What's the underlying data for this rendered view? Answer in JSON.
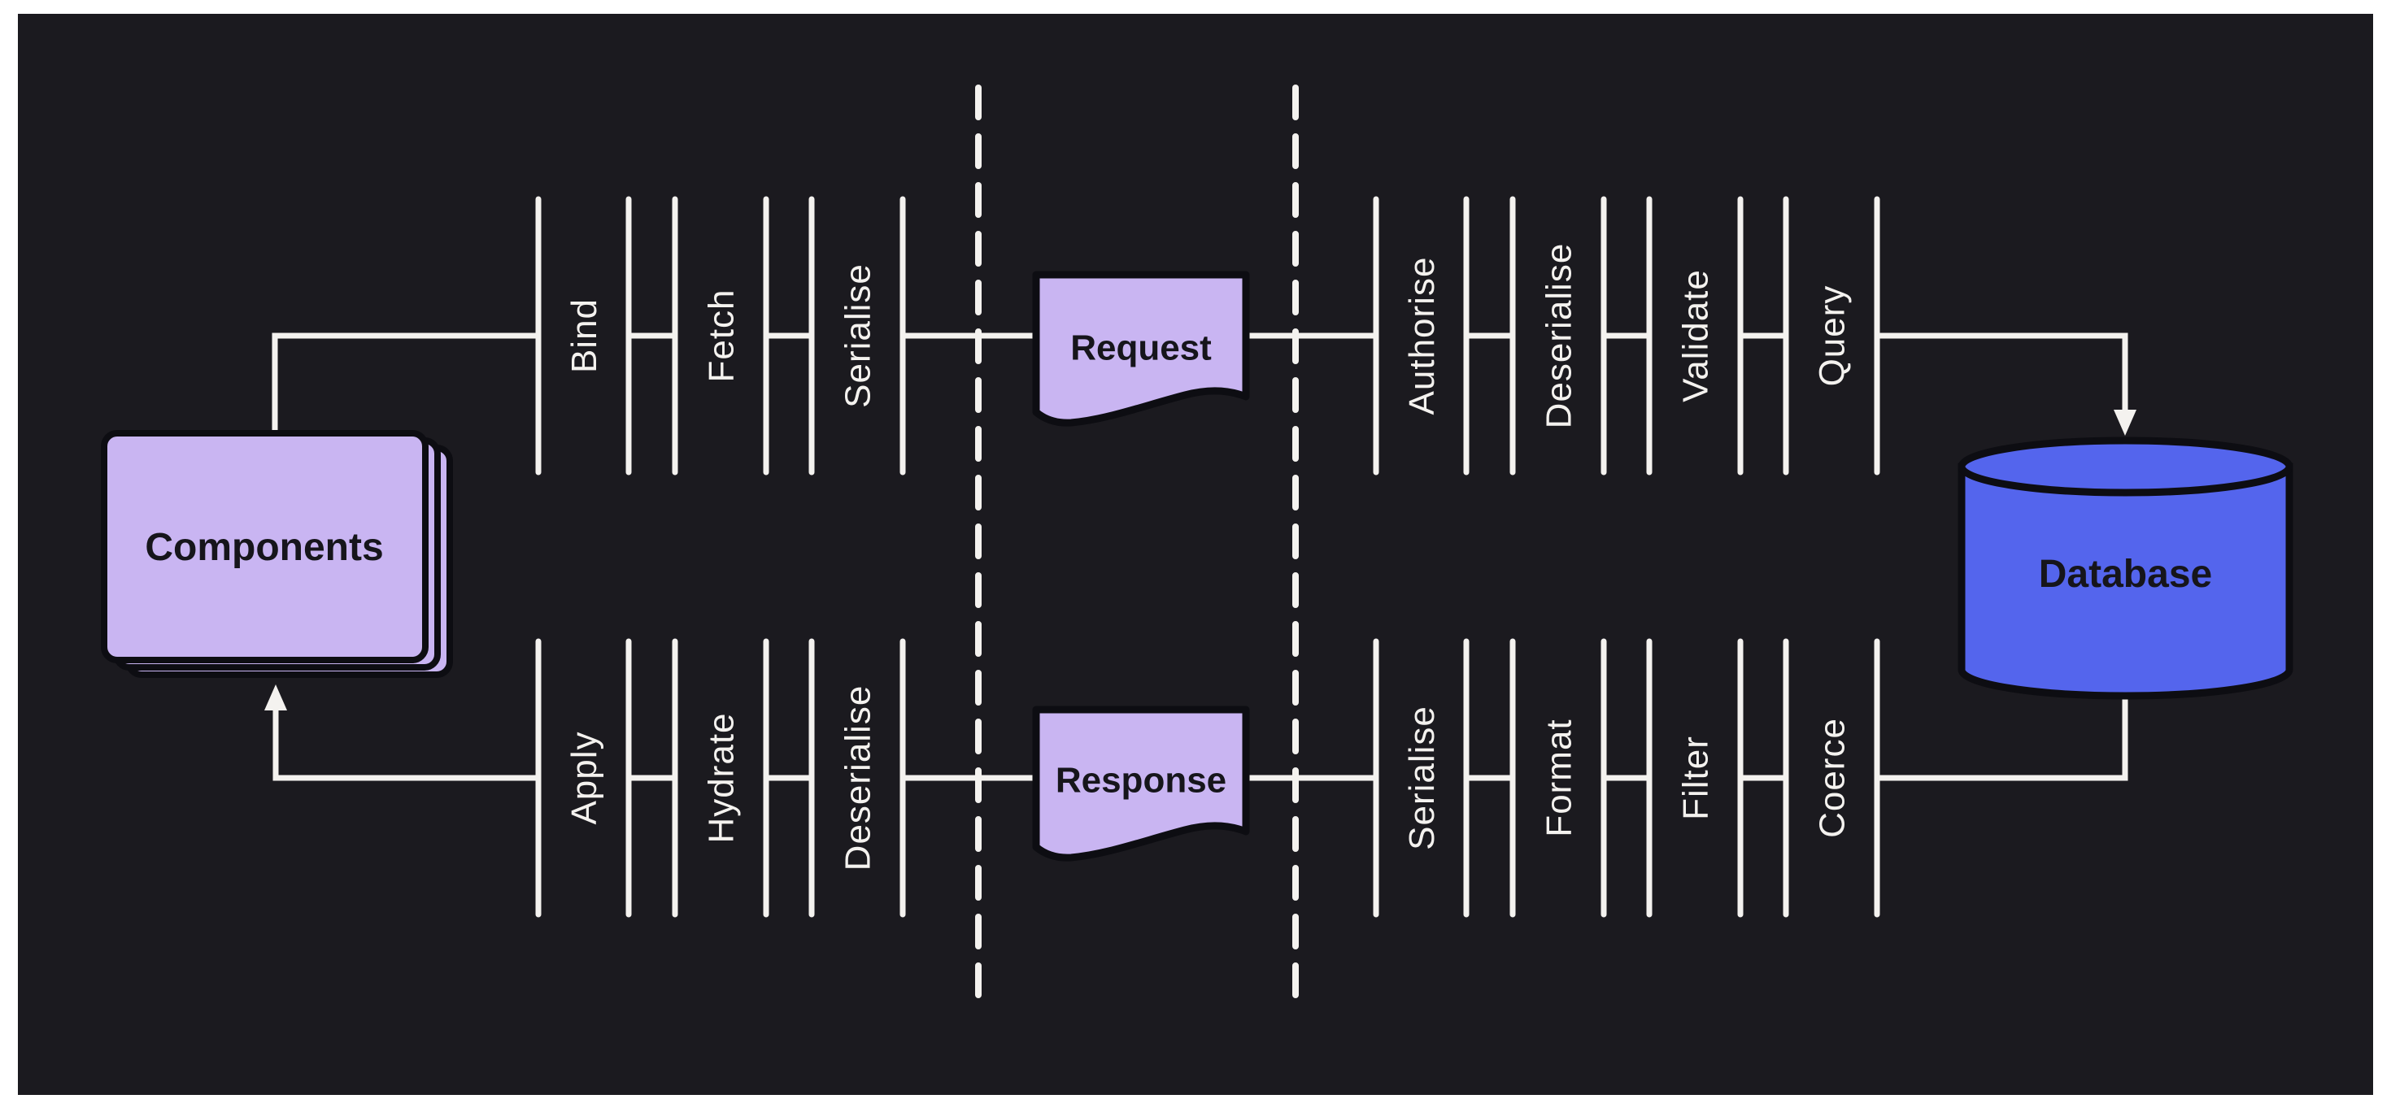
{
  "nodes": {
    "components": "Components",
    "request": "Request",
    "response": "Response",
    "database": "Database"
  },
  "pipelines": {
    "request_left": {
      "labels": [
        "Bind",
        "Fetch",
        "Serialise"
      ]
    },
    "request_right": {
      "labels": [
        "Authorise",
        "Deserialise",
        "Validate",
        "Query"
      ]
    },
    "response_left": {
      "labels": [
        "Apply",
        "Hydrate",
        "Deserialise"
      ]
    },
    "response_right": {
      "labels": [
        "Serialise",
        "Format",
        "Filter",
        "Coerce"
      ]
    }
  },
  "colors": {
    "page_background": "#ffffff",
    "panel": "#1b1a1f",
    "lavender": "#c9b5f2",
    "blue": "#5465ed",
    "line_white": "#f4f2ef",
    "ink": "#0d0d12"
  }
}
